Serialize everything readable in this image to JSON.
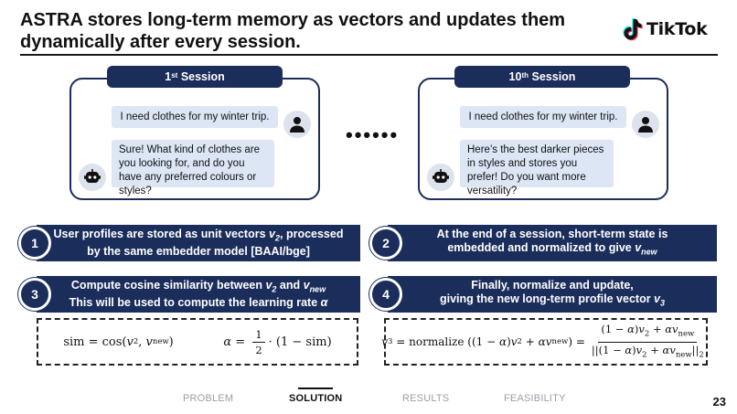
{
  "title": "ASTRA stores long-term memory as vectors and updates them dynamically after every session.",
  "logo": {
    "text": "TikTok",
    "icon": "tiktok-note-icon"
  },
  "sessions": [
    {
      "tab_num": "1",
      "tab_sup": "st",
      "tab_word": "Session",
      "user_msg": "I need clothes for my winter trip.",
      "bot_msg": "Sure! What kind of clothes are you looking for, and do you have any preferred colours or styles?"
    },
    {
      "tab_num": "10",
      "tab_sup": "th",
      "tab_word": "Session",
      "user_msg": "I need clothes for my winter trip.",
      "bot_msg": "Here’s the best darker pieces in styles and stores you prefer! Do you want more versatility?"
    }
  ],
  "ellipsis": "••••••",
  "steps": [
    {
      "num": "1",
      "line1": "User profiles are stored as unit vectors ",
      "var": "v",
      "sub": "2",
      "line1_end": ", processed",
      "line2": "by the same embedder model [BAAI/bge]"
    },
    {
      "num": "2",
      "line1": "At the end of a session, short-term state is",
      "line2": "embedded and normalized to give ",
      "var": "v",
      "sub": "new"
    },
    {
      "num": "3",
      "line1": "Compute cosine similarity between ",
      "var_a": "v",
      "sub_a": "2",
      "mid": " and ",
      "var_b": "v",
      "sub_b": "new",
      "line2": "This will be used to compute the learning rate ",
      "alpha": "α"
    },
    {
      "num": "4",
      "line1": "Finally, normalize and update,",
      "line2": "giving the new long-term profile vector ",
      "var": "v",
      "sub": "3"
    }
  ],
  "nav": {
    "items": [
      "PROBLEM",
      "SOLUTION",
      "RESULTS",
      "FEASIBILITY"
    ],
    "active": "SOLUTION"
  },
  "page_number": "23"
}
